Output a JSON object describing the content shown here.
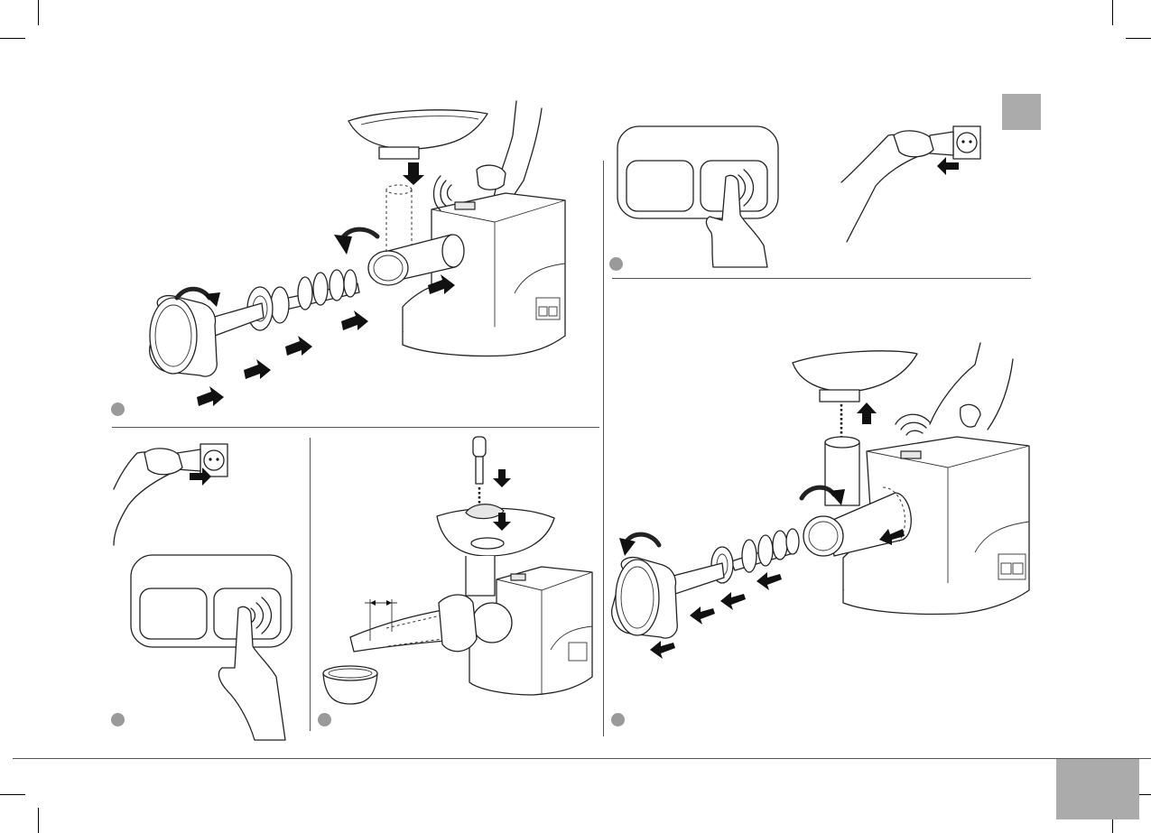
{
  "page": {
    "tab_color": "#ababab",
    "badge_color": "#9a9a9a",
    "line_color": "#555555"
  },
  "figures": [
    {
      "name": "assemble-grinder"
    },
    {
      "name": "press-power-button"
    },
    {
      "name": "unplug-cord"
    },
    {
      "name": "plug-in-cord"
    },
    {
      "name": "press-power-button-2"
    },
    {
      "name": "sausage-attachment-use"
    },
    {
      "name": "disassemble-grinder"
    }
  ],
  "icons": [
    "crop-mark",
    "push-arrow-icon",
    "rotate-arrow-icon",
    "press-wave-icon",
    "step-badge"
  ]
}
